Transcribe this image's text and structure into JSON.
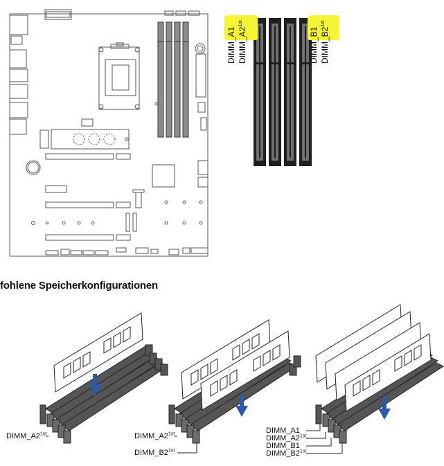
{
  "top_slots": {
    "labels": [
      {
        "name": "DIMM_A1",
        "sup": "",
        "highlight": true
      },
      {
        "name": "DIMM_A2",
        "sup": "1st",
        "highlight": true
      },
      {
        "name": "DIMM_B1",
        "sup": "",
        "highlight": true
      },
      {
        "name": "DIMM_B2",
        "sup": "1st",
        "highlight": true
      }
    ],
    "highlight_color": "#f5f536"
  },
  "section_heading": "fohlene Speicherkonfigurationen",
  "configurations": [
    {
      "labels": [
        {
          "name": "DIMM_A2",
          "sup": "1st"
        }
      ]
    },
    {
      "labels": [
        {
          "name": "DIMM_A2",
          "sup": "1st"
        },
        {
          "name": "DIMM_B2",
          "sup": "1st"
        }
      ]
    },
    {
      "labels": [
        {
          "name": "DIMM_A1",
          "sup": ""
        },
        {
          "name": "DIMM_A2",
          "sup": "1st"
        },
        {
          "name": "DIMM_B1",
          "sup": ""
        },
        {
          "name": "DIMM_B2",
          "sup": "1st"
        }
      ]
    }
  ],
  "colors": {
    "slot": "#7a7a7a",
    "slot_dark": "#3c3c3c",
    "arrow": "#2a5aa8",
    "board_line": "#555555"
  }
}
